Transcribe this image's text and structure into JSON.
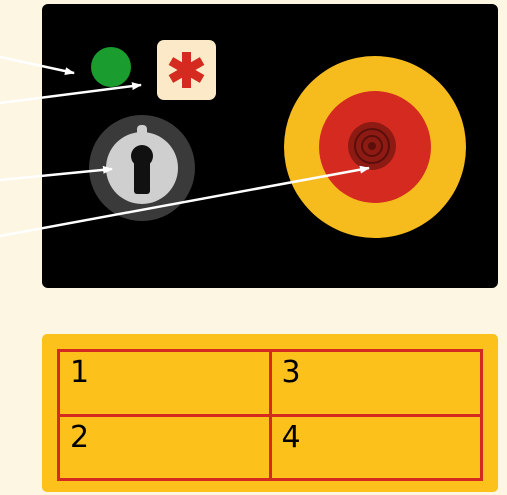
{
  "colors": {
    "background": "#fdf6e3",
    "panel": "#000000",
    "indicator_green": "#1a9c2e",
    "alarm_tile": "#fbe9c7",
    "alarm_asterisk": "#d42a20",
    "estop_ring": "#f6bc1d",
    "estop_button": "#d42a20",
    "estop_center": "#8e1a14",
    "key_bezel": "#3a3a3a",
    "key_face": "#cfcfcf",
    "legend_fill": "#fcc21b",
    "legend_grid": "#d42a20",
    "arrow": "#ffffff"
  },
  "icons": [
    "green-indicator-light",
    "alarm-asterisk-icon",
    "key-switch-icon",
    "emergency-stop-button"
  ],
  "legend": {
    "rows": [
      [
        "1",
        "3"
      ],
      [
        "2",
        "4"
      ]
    ]
  }
}
